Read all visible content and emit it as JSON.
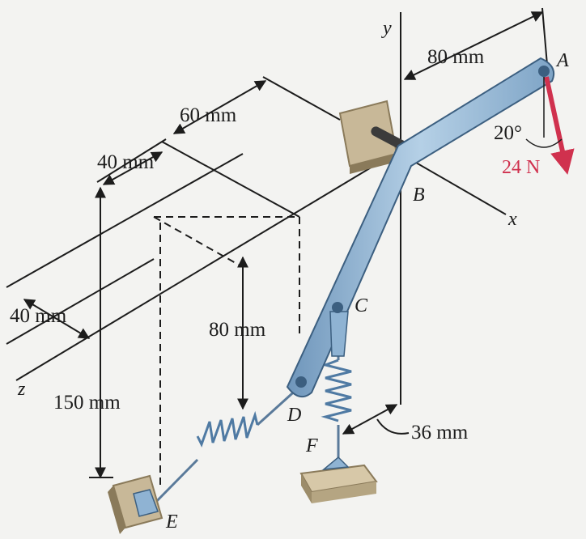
{
  "axes": {
    "x": "x",
    "y": "y",
    "z": "z"
  },
  "points": {
    "A": "A",
    "B": "B",
    "C": "C",
    "D": "D",
    "E": "E",
    "F": "F"
  },
  "dimensions": {
    "d80_top": "80 mm",
    "d60": "60 mm",
    "d40_top": "40 mm",
    "d40_left": "40 mm",
    "d80_mid": "80 mm",
    "d150": "150 mm",
    "d36": "36 mm"
  },
  "force": {
    "angle": "20°",
    "magnitude": "24 N",
    "color": "#d0314e"
  },
  "colors": {
    "lever": "#8fb3d3",
    "lever_edge": "#3c5f80",
    "block": "#c8b898",
    "block_dark": "#8a7a5a"
  }
}
